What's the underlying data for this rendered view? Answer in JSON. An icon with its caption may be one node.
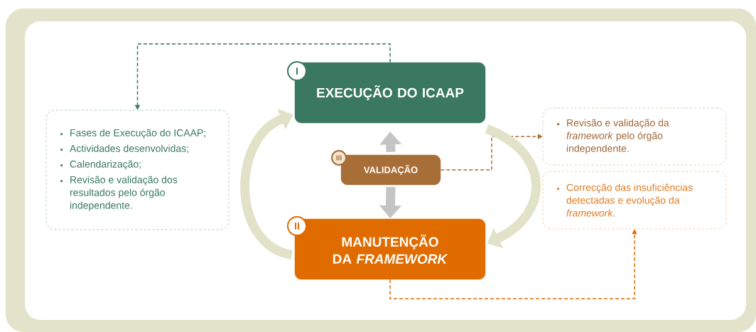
{
  "diagram": {
    "nodes": [
      {
        "text": [
          "I"
        ]
      },
      {
        "text": [
          "EXECUÇÃO DO ICAAP"
        ]
      },
      {
        "text": [
          "III"
        ]
      },
      {
        "text": [
          "VALIDAÇÃO"
        ]
      },
      {
        "text": [
          "II"
        ]
      },
      {
        "text": [
          "MANUTENÇÃO DA *FRAMEWORK*"
        ]
      },
      {
        "text": [
          "Fases de Execução do ICAAP;",
          "Actividades desenvolvidas;",
          "Calendarização;",
          "Revisão e validação dos resultados pelo órgão independente."
        ]
      },
      {
        "text": [
          "Revisão e validação da *framework* pelo órgão independente."
        ]
      },
      {
        "text": [
          "Correcção das insuficiências detectadas e evolução da *framework*."
        ]
      }
    ],
    "edges": [
      {
        "from": 1,
        "to": 6,
        "arrow": "to",
        "style": "dashed",
        "color": "#3b7862"
      },
      {
        "from": 3,
        "to": 7,
        "arrow": "to",
        "style": "dashed",
        "color": "#a86e38"
      },
      {
        "from": 5,
        "to": 8,
        "arrow": "to",
        "style": "dashed",
        "color": "#e06c00"
      },
      {
        "from": 3,
        "to": 1,
        "arrow": "to",
        "color": "#c4c4c4"
      },
      {
        "from": 3,
        "to": 5,
        "arrow": "to",
        "color": "#c4c4c4"
      },
      {
        "from": 5,
        "to": 1,
        "arrow": "to",
        "color": "#e2e2c8"
      },
      {
        "from": 1,
        "to": 5,
        "arrow": "to",
        "color": "#e2e2c8"
      }
    ]
  }
}
